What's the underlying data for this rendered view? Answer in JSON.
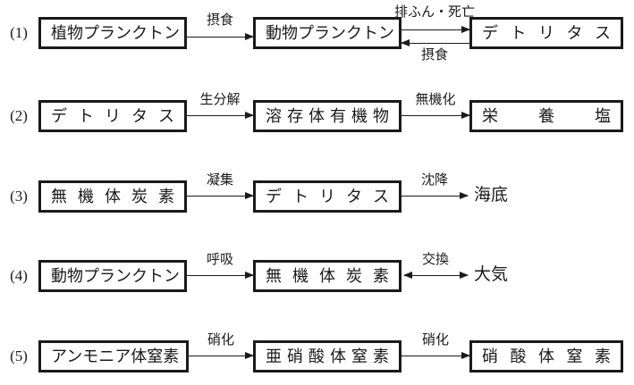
{
  "diagram": {
    "title_hint": "marine-material-cycle-flows",
    "colors": {
      "line": "#1a1a1a",
      "text": "#1a1a1a",
      "background": "#ffffff"
    },
    "rows": [
      {
        "num": "(1)",
        "box1": "植物プランクトン",
        "arrow1": "摂食",
        "box2": "動物プランクトン",
        "arrow2_top": "排ふん・死亡",
        "arrow2_bottom": "摂食",
        "box3": "デトリタス"
      },
      {
        "num": "(2)",
        "box1": "デトリタス",
        "arrow1": "生分解",
        "box2": "溶存体有機物",
        "arrow2": "無機化",
        "box3": "栄養塩"
      },
      {
        "num": "(3)",
        "box1": "無機体炭素",
        "arrow1": "凝集",
        "box2": "デトリタス",
        "arrow2": "沈降",
        "end": "海底"
      },
      {
        "num": "(4)",
        "box1": "動物プランクトン",
        "arrow1": "呼吸",
        "box2": "無機体炭素",
        "arrow2": "交換",
        "end": "大気"
      },
      {
        "num": "(5)",
        "box1": "アンモニア体窒素",
        "arrow1": "硝化",
        "box2": "亜硝酸体窒素",
        "arrow2": "硝化",
        "box3": "硝酸体窒素"
      }
    ]
  }
}
